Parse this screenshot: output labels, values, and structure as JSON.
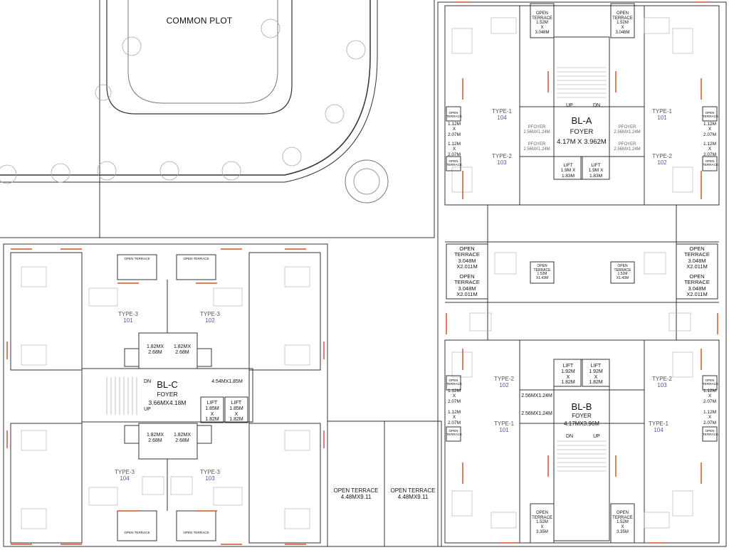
{
  "plot": {
    "label": "COMMON PLOT"
  },
  "blocks": {
    "a": {
      "name": "BL-A",
      "foyer_word": "FOYER",
      "foyer_size": "4.17M X 3.962M",
      "up": "UP",
      "dn": "DN"
    },
    "b": {
      "name": "BL-B",
      "foyer_word": "FOYER",
      "foyer_size": "4.17MX3.96M",
      "up": "UP",
      "dn": "DN"
    },
    "c": {
      "name": "BL-C",
      "foyer_word": "FOYER",
      "foyer_size": "3.66MX4.18M",
      "up": "UP",
      "dn": "DN"
    }
  },
  "units": {
    "a_101": {
      "type": "TYPE-1",
      "num": "101"
    },
    "a_104": {
      "type": "TYPE-1",
      "num": "104"
    },
    "a_102": {
      "type": "TYPE-2",
      "num": "102"
    },
    "a_103": {
      "type": "TYPE-2",
      "num": "103"
    },
    "b_101": {
      "type": "TYPE-1",
      "num": "101"
    },
    "b_104": {
      "type": "TYPE-1",
      "num": "104"
    },
    "b_102": {
      "type": "TYPE-2",
      "num": "102"
    },
    "b_103": {
      "type": "TYPE-2",
      "num": "103"
    },
    "c_101": {
      "type": "TYPE-3",
      "num": "101"
    },
    "c_102": {
      "type": "TYPE-3",
      "num": "102"
    },
    "c_103": {
      "type": "TYPE-3",
      "num": "103"
    },
    "c_104": {
      "type": "TYPE-3",
      "num": "104"
    }
  },
  "lifts": {
    "a_left": "LIFT\n1.9M X 1.83M",
    "a_right": "LIFT\n1.9M X 1.83M",
    "b_left": "LIFT\n1.92M\nX\n1.82M",
    "b_right": "LIFT\n1.92M\nX\n1.82M",
    "c_left": "LIFT\n1.85M\nX\n1.82M",
    "c_right": "LIFT\n1.85M\nX\n1.82M"
  },
  "dims": {
    "a_pfoyer_left_top": "PFOYER\n2.56MX1.24M",
    "a_pfoyer_left_bot": "PFOYER\n2.56MX1.24M",
    "a_pfoyer_right_top": "PFOYER\n2.56MX1.24M",
    "a_pfoyer_right_bot": "PFOYER\n2.56MX1.24M",
    "b_pfoyer_top": "2.56MX1.24M",
    "b_pfoyer_bot": "2.56MX1.24M",
    "c_lobby_tl": "1.82MX\n2.68M",
    "c_lobby_tr": "1.82MX\n2.68M",
    "c_lobby_bl": "1.82MX\n2.68M",
    "c_lobby_br": "1.82MX\n2.68M",
    "c_passage": "4.54MX1.85M",
    "wl1": "1.12M\nX\n2.07M",
    "wl2": "1.12M\nX\n2.07M",
    "wl3": "1.12M\nX\n2.07M",
    "wl4": "1.12M\nX\n2.07M",
    "wr1": "1.12M\nX\n2.07M",
    "wr2": "1.12M\nX\n2.07M",
    "wr3": "1.12M\nX\n2.07M",
    "wr4": "1.12M\nX\n2.07M"
  },
  "terraces": {
    "a_top_left": "OPEN\nTERRACE\n1.52M\nX\n3.048M",
    "a_top_right": "OPEN\nTERRACE\n1.52M\nX\n3.048M",
    "b_bot_left": "OPEN\nTERRACE\n1.52M\nX\n3.35M",
    "b_bot_right": "OPEN\nTERRACE\n1.52M\nX\n3.35M",
    "mid_l1": "OPEN\nTERRACE\n3.048M\nX2.011M",
    "mid_l2": "OPEN\nTERRACE\n3.048M\nX2.011M",
    "mid_r1": "OPEN\nTERRACE\n3.048M\nX2.011M",
    "mid_r2": "OPEN\nTERRACE\n3.048M\nX2.011M",
    "mid_ls": "OPEN\nTERRACE\n1.52M\nX1.43M",
    "mid_rs": "OPEN\nTERRACE\n1.52M\nX1.43M",
    "big_1": "OPEN TERRACE\n4.48MX9.11",
    "big_2": "OPEN TERRACE\n4.48MX9.11",
    "c_small_tl": "OPEN TERRACE",
    "c_small_tr": "OPEN TERRACE",
    "c_small_bl": "OPEN TERRACE",
    "c_small_br": "OPEN TERRACE",
    "a_side_l1": "OPEN\nTERRACE",
    "a_side_l2": "OPEN\nTERRACE",
    "a_side_r1": "OPEN\nTERRACE",
    "a_side_r2": "OPEN\nTERRACE",
    "b_side_l1": "OPEN\nTERRACE",
    "b_side_l2": "OPEN\nTERRACE",
    "b_side_r1": "OPEN\nTERRACE",
    "b_side_r2": "OPEN\nTERRACE"
  },
  "colors": {
    "line": "#333333",
    "light": "#9a9a9a",
    "accent": "#d9532c",
    "text": "#111111",
    "unit_number": "#6b4aa8"
  }
}
